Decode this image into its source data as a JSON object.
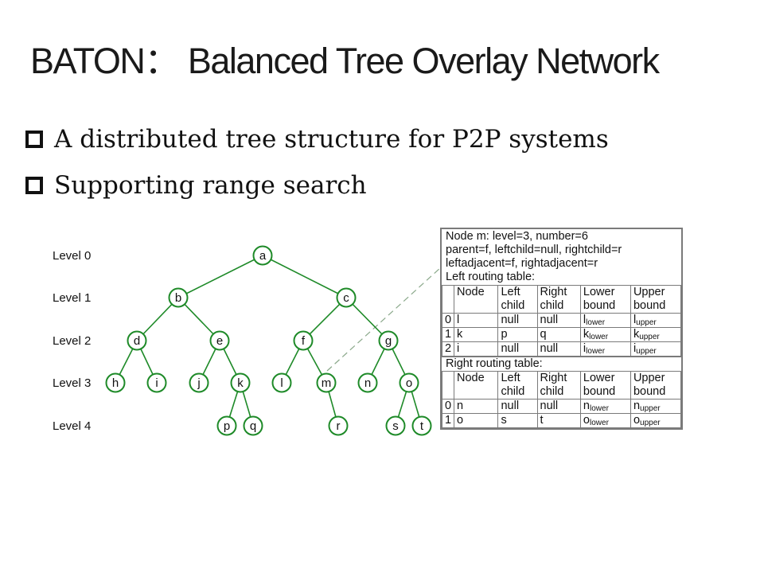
{
  "title": "BATON： Balanced Tree Overlay Network",
  "bullets": [
    "A distributed tree structure for P2P systems",
    "Supporting range search"
  ],
  "levels": [
    "Level 0",
    "Level 1",
    "Level 2",
    "Level 3",
    "Level 4"
  ],
  "nodes": [
    "a",
    "b",
    "c",
    "d",
    "e",
    "f",
    "g",
    "h",
    "i",
    "j",
    "k",
    "l",
    "m",
    "n",
    "o",
    "p",
    "q",
    "r",
    "s",
    "t"
  ],
  "edges": [
    [
      "a",
      "b"
    ],
    [
      "a",
      "c"
    ],
    [
      "b",
      "d"
    ],
    [
      "b",
      "e"
    ],
    [
      "c",
      "f"
    ],
    [
      "c",
      "g"
    ],
    [
      "d",
      "h"
    ],
    [
      "d",
      "i"
    ],
    [
      "e",
      "j"
    ],
    [
      "e",
      "k"
    ],
    [
      "f",
      "l"
    ],
    [
      "f",
      "m"
    ],
    [
      "g",
      "n"
    ],
    [
      "g",
      "o"
    ],
    [
      "k",
      "p"
    ],
    [
      "k",
      "q"
    ],
    [
      "m",
      "r"
    ],
    [
      "o",
      "s"
    ],
    [
      "o",
      "t"
    ]
  ],
  "colors": {
    "node_stroke": "#1e8a28",
    "edge": "#1e8a28",
    "dash": "#8aa88a",
    "panel_border": "#7a7a7a"
  },
  "panel": {
    "lines": [
      "Node m: level=3, number=6",
      "parent=f, leftchild=null, rightchild=r",
      "leftadjacent=f, rightadjacent=r"
    ],
    "left_title": "Left routing table:",
    "right_title": "Right routing table:",
    "headers": [
      "",
      "Node",
      "Left child",
      "Right child",
      "Lower bound",
      "Upper bound"
    ],
    "left_rows": [
      {
        "idx": "0",
        "node": "l",
        "left": "null",
        "right": "null",
        "lower_base": "l",
        "lower_sub": "lower",
        "upper_base": "l",
        "upper_sub": "upper"
      },
      {
        "idx": "1",
        "node": "k",
        "left": "p",
        "right": "q",
        "lower_base": "k",
        "lower_sub": "lower",
        "upper_base": "k",
        "upper_sub": "upper"
      },
      {
        "idx": "2",
        "node": "i",
        "left": "null",
        "right": "null",
        "lower_base": "i",
        "lower_sub": "lower",
        "upper_base": "i",
        "upper_sub": "upper"
      }
    ],
    "right_rows": [
      {
        "idx": "0",
        "node": "n",
        "left": "null",
        "right": "null",
        "lower_base": "n",
        "lower_sub": "lower",
        "upper_base": "n",
        "upper_sub": "upper"
      },
      {
        "idx": "1",
        "node": "o",
        "left": "s",
        "right": "t",
        "lower_base": "o",
        "lower_sub": "lower",
        "upper_base": "o",
        "upper_sub": "upper"
      }
    ]
  }
}
